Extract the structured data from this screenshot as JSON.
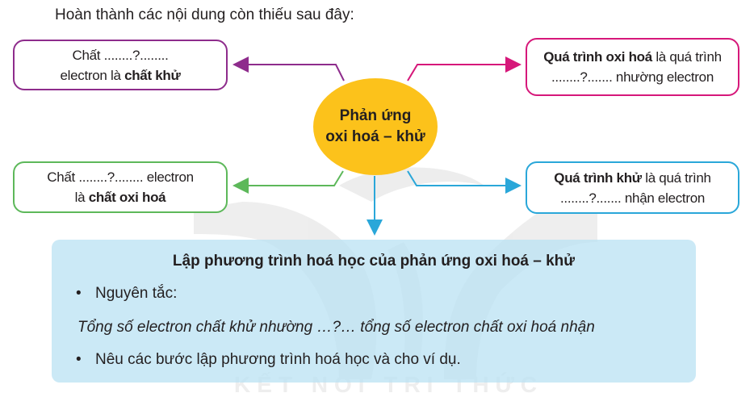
{
  "instruction": "Hoàn thành các nội dung còn thiếu sau đây:",
  "center": {
    "line1": "Phản ứng",
    "line2": "oxi hoá – khử",
    "color": "#fcc21b"
  },
  "boxes": {
    "top_left": {
      "pre": "Chất ........?........",
      "line2_pre": "electron là ",
      "bold": "chất khử",
      "color": "#8e2c8c"
    },
    "top_right": {
      "bold": "Quá trình oxi hoá",
      "post": " là quá trình",
      "line2": "........?....... nhường electron",
      "color": "#d6187a"
    },
    "bottom_left": {
      "line1": "Chất ........?........ electron",
      "line2_pre": "là ",
      "bold": "chất oxi hoá",
      "color": "#5db85a"
    },
    "bottom_right": {
      "bold": "Quá trình khử",
      "post": " là quá trình",
      "line2": "........?....... nhận electron",
      "color": "#2aa7d9"
    }
  },
  "panel": {
    "title": "Lập phương trình hoá học của phản ứng oxi hoá – khử",
    "bullet_glyph": "•",
    "bullet1": "Nguyên tắc:",
    "rule": "Tổng số electron chất khử nhường …?… tổng số electron chất oxi hoá nhận",
    "bullet2": "Nêu các bước lập phương trình hoá học và cho ví dụ.",
    "color": "#bae1f3"
  }
}
